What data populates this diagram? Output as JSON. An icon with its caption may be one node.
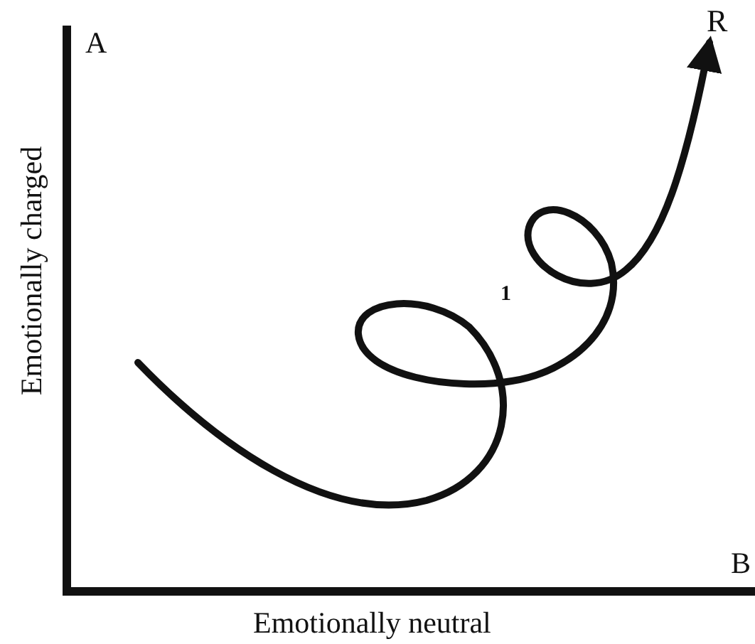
{
  "diagram": {
    "labels": [
      "A",
      "R",
      "Emotionally charged",
      "1",
      "B",
      "Emotionally neutral"
    ]
  }
}
